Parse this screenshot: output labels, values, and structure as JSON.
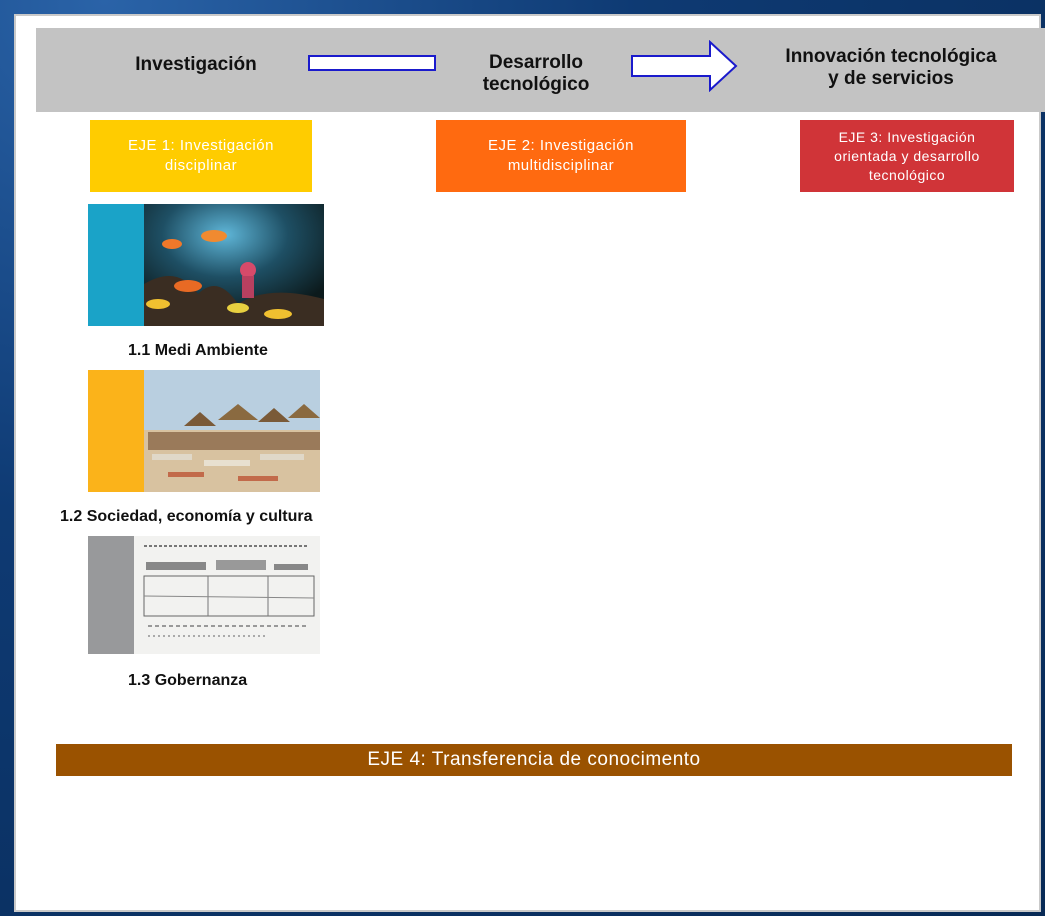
{
  "stages": {
    "investigacion": "Investigación",
    "desarrollo_line1": "Desarrollo",
    "desarrollo_line2": "tecnológico",
    "innovacion_line1": "Innovación tecnológica",
    "innovacion_line2": "y de servicios"
  },
  "ejes": {
    "eje1_line1": "EJE 1: Investigación",
    "eje1_line2": "disciplinar",
    "eje2_line1": "EJE 2: Investigación",
    "eje2_line2": "multidisciplinar",
    "eje3_line1": "EJE 3: Investigación",
    "eje3_line2": "orientada y desarrollo",
    "eje3_line3": "tecnológico",
    "eje4": "EJE 4: Transferencia de conocimento"
  },
  "sections": [
    {
      "caption": "1.1 Medi Ambiente"
    },
    {
      "caption": "1.2 Sociedad, economía y cultura"
    },
    {
      "caption": "1.3 Gobernanza"
    }
  ],
  "colors": {
    "eje1": "#ffcc00",
    "eje2": "#ff6a10",
    "eje3": "#d03438",
    "eje4": "#9a5200",
    "arrow_stroke": "#1a1acc"
  }
}
